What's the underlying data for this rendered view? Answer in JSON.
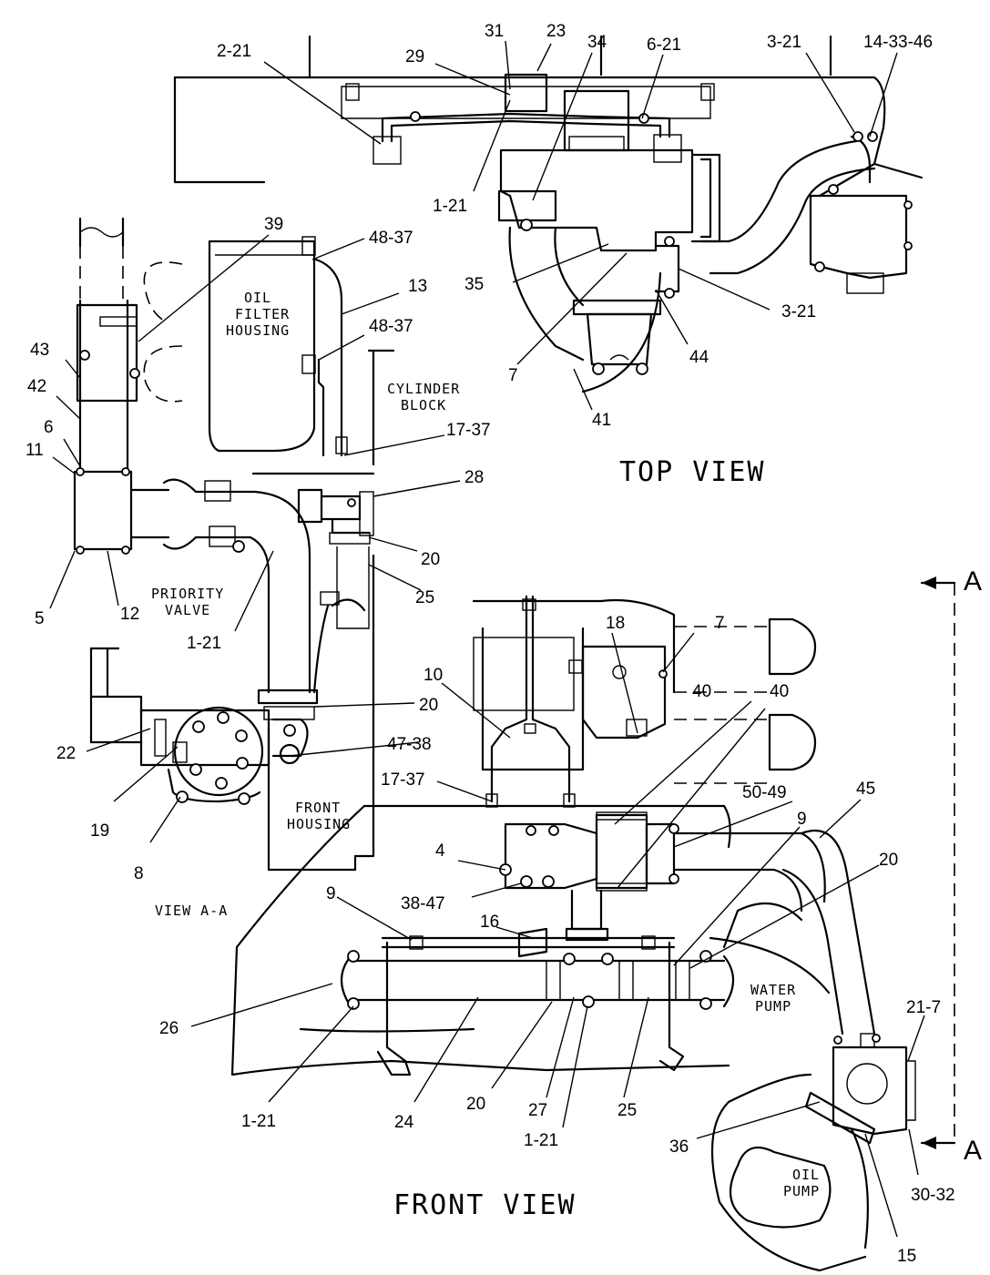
{
  "views": {
    "top": "TOP VIEW",
    "front": "FRONT VIEW",
    "section": "VIEW A-A",
    "section_letter": "A"
  },
  "notes": {
    "oil_filter_1": "OIL",
    "oil_filter_2": "FILTER",
    "oil_filter_3": "HOUSING",
    "cyl_block_1": "CYLINDER",
    "cyl_block_2": "BLOCK",
    "priority_1": "PRIORITY",
    "priority_2": "VALVE",
    "front_housing_1": "FRONT",
    "front_housing_2": "HOUSING",
    "water_pump_1": "WATER",
    "water_pump_2": "PUMP",
    "oil_pump_1": "OIL",
    "oil_pump_2": "PUMP"
  },
  "callouts": {
    "c_2_21": "2-21",
    "c_31": "31",
    "c_23": "23",
    "c_29": "29",
    "c_34": "34",
    "c_6_21": "6-21",
    "c_3_21_top": "3-21",
    "c_14_33_46": "14-33-46",
    "c_1_21_top": "1-21",
    "c_39": "39",
    "c_48_37_a": "48-37",
    "c_13": "13",
    "c_48_37_b": "48-37",
    "c_35": "35",
    "c_3_21_right": "3-21",
    "c_44": "44",
    "c_7_top": "7",
    "c_41": "41",
    "c_43": "43",
    "c_42": "42",
    "c_6": "6",
    "c_11": "11",
    "c_17_37_a": "17-37",
    "c_28": "28",
    "c_20_a": "20",
    "c_25_a": "25",
    "c_5": "5",
    "c_12": "12",
    "c_1_21_mid": "1-21",
    "c_18": "18",
    "c_7_front": "7",
    "c_10": "10",
    "c_40_a": "40",
    "c_40_b": "40",
    "c_20_b": "20",
    "c_47_38": "47-38",
    "c_22": "22",
    "c_19": "19",
    "c_8": "8",
    "c_17_37_b": "17-37",
    "c_50_49": "50-49",
    "c_9_a": "9",
    "c_45": "45",
    "c_20_c": "20",
    "c_4": "4",
    "c_38_47": "38-47",
    "c_9_b": "9",
    "c_16": "16",
    "c_26": "26",
    "c_1_21_bl": "1-21",
    "c_24": "24",
    "c_20_d": "20",
    "c_27": "27",
    "c_1_21_bm": "1-21",
    "c_25_b": "25",
    "c_21_7": "21-7",
    "c_36": "36",
    "c_30_32": "30-32",
    "c_15": "15"
  }
}
